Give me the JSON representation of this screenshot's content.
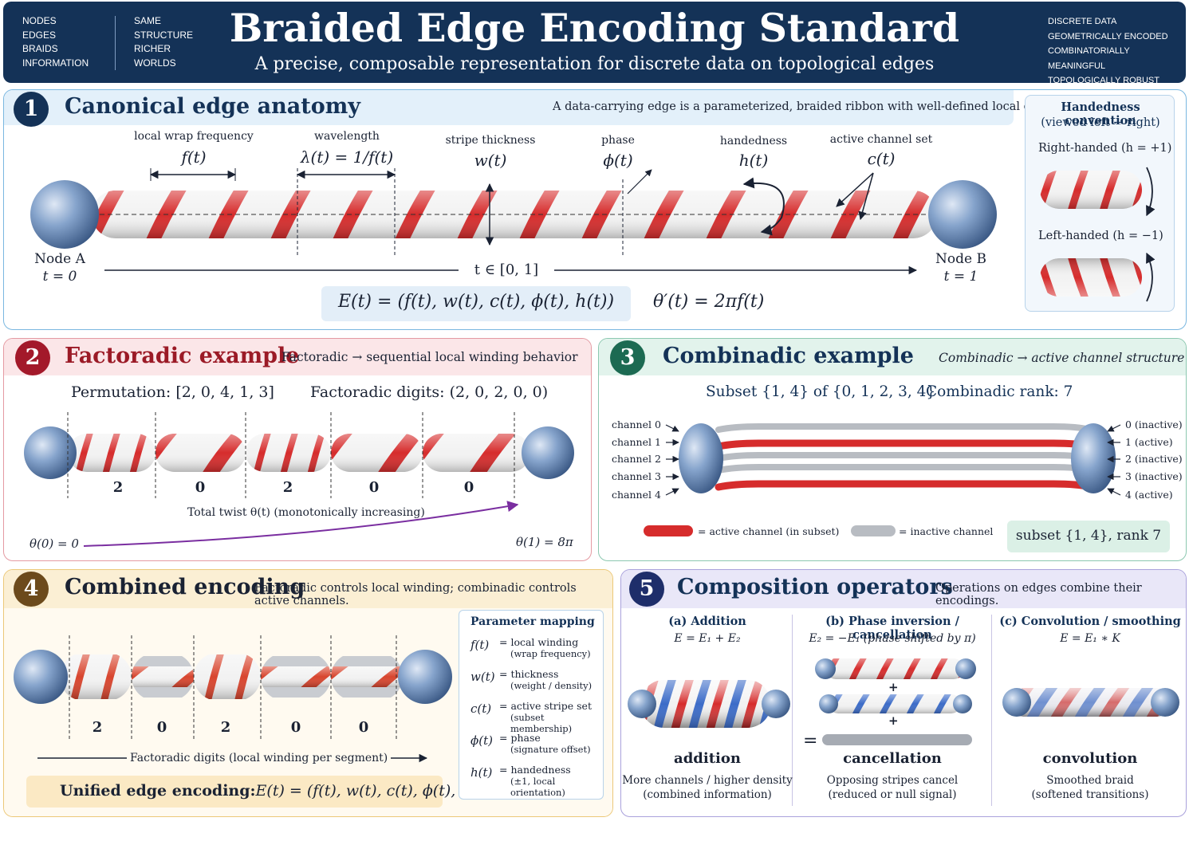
{
  "header": {
    "title": "Braided Edge Encoding Standard",
    "subtitle": "A precise, composable representation for discrete data on topological edges",
    "left_col1": [
      "NODES",
      "EDGES",
      "BRAIDS",
      "INFORMATION"
    ],
    "left_col2": [
      "SAME",
      "STRUCTURE",
      "RICHER",
      "WORLDS"
    ],
    "right_col": [
      "DISCRETE DATA",
      "GEOMETRICALLY ENCODED",
      "COMBINATORIALLY MEANINGFUL",
      "TOPOLOGICALLY ROBUST"
    ]
  },
  "colors": {
    "navy": "#143257",
    "red": "#d62c2c",
    "white_stripe": "#f2f2f2",
    "blue_stripe": "#3c6cc8",
    "node": "#7f9fc8",
    "panel1": "#5aa6d8",
    "panel2": "#e2707c",
    "panel3": "#5aaa8c",
    "panel4": "#e8c060",
    "panel5": "#9a8fd8"
  },
  "p1": {
    "num": "1",
    "title": "Canonical edge anatomy",
    "desc": "A data-carrying edge is a parameterized, braided ribbon with well-defined local quantities.",
    "labels": {
      "wrap_freq": "local wrap frequency",
      "wrap_freq_math": "f(t)",
      "wavelength": "wavelength",
      "wavelength_math": "λ(t) = 1/f(t)",
      "stripe": "stripe thickness",
      "stripe_math": "w(t)",
      "phase": "phase",
      "phase_math": "ϕ(t)",
      "hand": "handedness",
      "hand_math": "h(t)",
      "channel": "active channel set",
      "channel_math": "c(t)"
    },
    "node_a": "Node A",
    "node_a_t": "t = 0",
    "node_b": "Node B",
    "node_b_t": "t = 1",
    "t_range": "t ∈ [0, 1]",
    "eq1": "E(t) = (f(t), w(t), c(t), ϕ(t), h(t))",
    "eq2": "θ′(t) = 2πf(t)",
    "hand_box": {
      "title": "Handedness convention",
      "subtitle": "(viewed left → right)",
      "right": "Right-handed (h = +1)",
      "left": "Left-handed (h = −1)"
    }
  },
  "p2": {
    "num": "2",
    "title": "Factoradic example",
    "desc": "Factoradic → sequential local winding behavior",
    "perm_label": "Permutation:",
    "perm": "[2, 0, 4, 1, 3]",
    "digits_label": "Factoradic digits:",
    "digits_val": "(2, 0, 2, 0, 0)",
    "digits": [
      "2",
      "0",
      "2",
      "0",
      "0"
    ],
    "twist_label": "Total twist θ(t) (monotonically increasing)",
    "theta0": "θ(0) = 0",
    "theta1": "θ(1) = 8π"
  },
  "p3": {
    "num": "3",
    "title": "Combinadic example",
    "desc": "Combinadic → active channel structure",
    "subset_line": "Subset {1, 4} of {0, 1, 2, 3, 4}",
    "rank_line": "Combinadic rank: 7",
    "channels_left": [
      "channel 0",
      "channel 1",
      "channel 2",
      "channel 3",
      "channel 4"
    ],
    "channels_right": [
      "0 (inactive)",
      "1 (active)",
      "2 (inactive)",
      "3 (inactive)",
      "4 (active)"
    ],
    "active": [
      false,
      true,
      false,
      false,
      true
    ],
    "legend_active": "= active channel (in subset)",
    "legend_inactive": "= inactive channel",
    "badge": "subset {1, 4}, rank 7"
  },
  "p4": {
    "num": "4",
    "title": "Combined encoding",
    "desc": "Factoradic controls local winding; combinadic controls active channels.",
    "digits": [
      "2",
      "0",
      "2",
      "0",
      "0"
    ],
    "arrow_label": "Factoradic digits (local winding per segment)",
    "unified_label": "Unified edge encoding:",
    "unified_eq": "E(t) = (f(t), w(t), c(t), ϕ(t), h(t))",
    "mapping": {
      "title": "Parameter mapping",
      "rows": [
        {
          "sym": "f(t)",
          "name": "= local winding",
          "note": "(wrap frequency)"
        },
        {
          "sym": "w(t)",
          "name": "= thickness",
          "note": "(weight / density)"
        },
        {
          "sym": "c(t)",
          "name": "= active stripe set",
          "note": "(subset membership)"
        },
        {
          "sym": "ϕ(t)",
          "name": "= phase",
          "note": "(signature offset)"
        },
        {
          "sym": "h(t)",
          "name": "= handedness",
          "note": "(±1, local orientation)"
        }
      ]
    }
  },
  "p5": {
    "num": "5",
    "title": "Composition operators",
    "desc": "Operations on edges combine their encodings.",
    "cols": [
      {
        "head": "(a) Addition",
        "eq": "E = E₁ + E₂",
        "name": "addition",
        "d1": "More channels / higher density",
        "d2": "(combined information)"
      },
      {
        "head": "(b) Phase inversion / cancellation",
        "eq": "E₂ = −E₁ (phase shifted by π)",
        "name": "cancellation",
        "d1": "Opposing stripes cancel",
        "d2": "(reduced or null signal)"
      },
      {
        "head": "(c) Convolution / smoothing",
        "eq": "E = E₁ ∗ K",
        "name": "convolution",
        "d1": "Smoothed braid",
        "d2": "(softened transitions)"
      }
    ],
    "plus": "+",
    "equals": "="
  }
}
